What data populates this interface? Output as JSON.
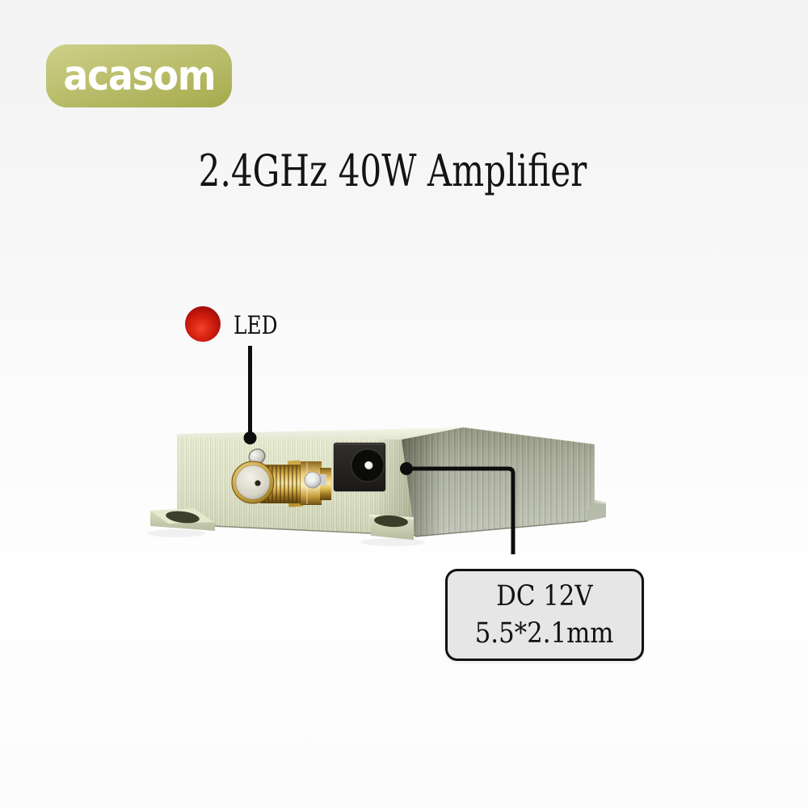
{
  "page": {
    "background_top": "#f3f3f3",
    "background_bottom": "#fdfdfd"
  },
  "brand": {
    "logo_text": "acasom",
    "pill_color_top": "#cdd08a",
    "pill_color_bottom": "#a6aa4c",
    "text_color": "#ffffff"
  },
  "title": {
    "text": "2.4GHz 40W Amplifier",
    "color": "#141414"
  },
  "annotations": {
    "led": {
      "label": "LED",
      "indicator_color": "#d51f10"
    },
    "dc_jack": {
      "line1": "DC 12V",
      "line2": "5.5*2.1mm",
      "box_fill": "#e6e6e6",
      "box_border": "#111111",
      "text_color": "#111111"
    }
  },
  "device": {
    "name": "amplifier-enclosure-3d-render",
    "front_face_color": "#dde1c6",
    "top_face_color": "#eef0df",
    "side_face_color": "#aeb2a3",
    "sma_connector_color": "#c9a23e",
    "dc_jack_color": "#141414",
    "callout_line_color": "#0d0d0d"
  }
}
